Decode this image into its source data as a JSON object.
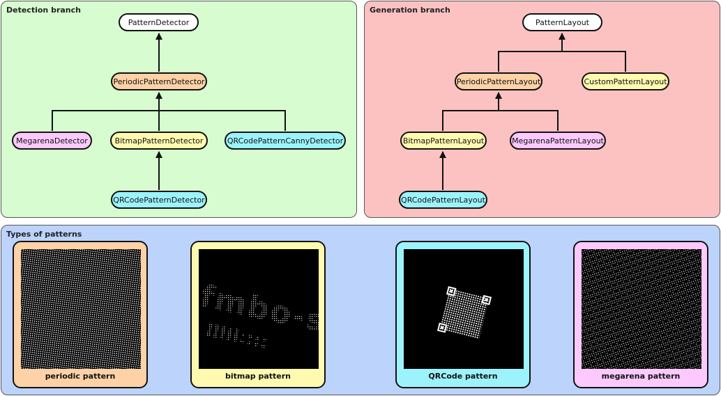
{
  "detection": {
    "title": "Detection branch",
    "nodes": {
      "pattern_detector": "PatternDetector",
      "periodic_pattern_detector": "PeriodicPatternDetector",
      "megarena_detector": "MegarenaDetector",
      "bitmap_pattern_detector": "BitmapPatternDetector",
      "qrcode_canny_detector": "QRCodePatternCannyDetector",
      "qrcode_pattern_detector": "QRCodePatternDetector"
    }
  },
  "generation": {
    "title": "Generation branch",
    "nodes": {
      "pattern_layout": "PatternLayout",
      "periodic_pattern_layout": "PeriodicPatternLayout",
      "custom_pattern_layout": "CustomPatternLayout",
      "bitmap_pattern_layout": "BitmapPatternLayout",
      "megarena_pattern_layout": "MegarenaPatternLayout",
      "qrcode_pattern_layout": "QRCodePatternLayout"
    }
  },
  "types": {
    "title": "Types of patterns",
    "cards": [
      {
        "caption": "periodic pattern",
        "color": "#fcd2a6"
      },
      {
        "caption": "bitmap pattern",
        "color": "#fffab0"
      },
      {
        "caption": "QRCode pattern",
        "color": "#9cf3fb"
      },
      {
        "caption": "megarena pattern",
        "color": "#fbc9fb"
      }
    ]
  },
  "colors": {
    "detection_panel": "#d6fcd0",
    "generation_panel": "#fcc2c2",
    "types_panel": "#bcd3fc",
    "orange": "#fcd2a6",
    "yellow": "#fffab0",
    "pink": "#fbc9fb",
    "cyan": "#9cf3fb"
  }
}
